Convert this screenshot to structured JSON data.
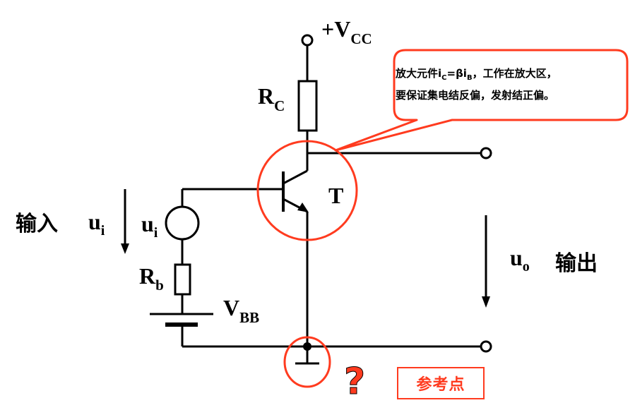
{
  "colors": {
    "wire": "#000000",
    "accent": "#ff3b1f"
  },
  "labels": {
    "vcc_main": "+V",
    "vcc_sub": "CC",
    "rc_main": "R",
    "rc_sub": "C",
    "transistor": "T",
    "input_word": "输入",
    "ui_main": "u",
    "ui_sub": "i",
    "source_main": "u",
    "source_sub": "i",
    "rb_main": "R",
    "rb_sub": "b",
    "vbb_main": "V",
    "vbb_sub": "BB",
    "uo_main": "u",
    "uo_sub": "o",
    "output_word": "输出",
    "question": "?"
  },
  "callout": {
    "line1_a": "放大元件i",
    "line1_sub1": "C",
    "line1_b": "=βi",
    "line1_sub2": "B",
    "line1_c": "，工作在放大区，",
    "line2": "要保证集电结反偏，发射结正偏。"
  },
  "reference_point": "参考点"
}
